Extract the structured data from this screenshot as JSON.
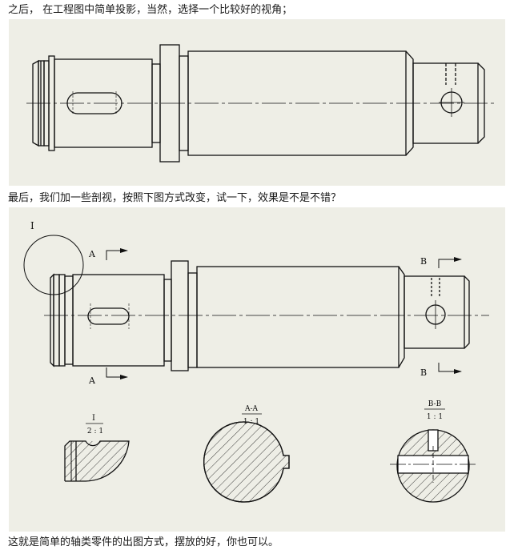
{
  "captions": {
    "intro": "之后， 在工程图中简单投影，当然，选择一个比较好的视角；",
    "middle": "最后，我们加一些剖视，按照下图方式改变，试一下，效果是不是不错？",
    "outro": "这就是简单的轴类零件的出图方式，摆放的好，你也可以。"
  },
  "drawing2": {
    "detail_circle_label": "I",
    "section_a_top": "A",
    "section_a_bottom": "A",
    "section_b_top": "B",
    "section_b_bottom": "B"
  },
  "views": {
    "detail": {
      "name": "I",
      "scale": "2 : 1"
    },
    "section_a": {
      "name": "A-A",
      "scale": "1 : 1"
    },
    "section_b": {
      "name": "B-B",
      "scale": "1 : 1"
    }
  }
}
